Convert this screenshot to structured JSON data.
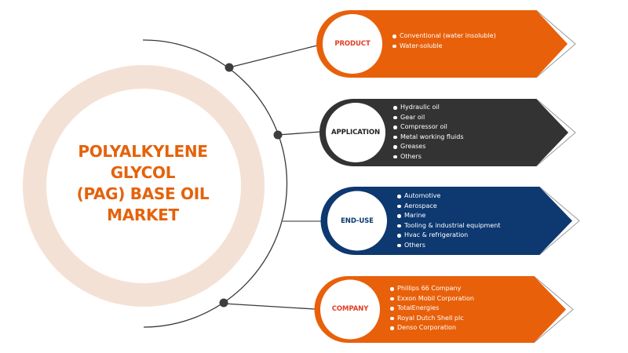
{
  "title": {
    "lines": [
      "POLYALKYLENE",
      "GLYCOL",
      "(PAG) BASE OIL",
      "MARKET"
    ]
  },
  "colors": {
    "orange": "#e8600a",
    "dark": "#333333",
    "navy": "#0d3870",
    "ring": "#f4e1d5",
    "title": "#e4620c",
    "label_red": "#e23d26",
    "connector": "#3a3a3a"
  },
  "segments": [
    {
      "label": "PRODUCT",
      "items": [
        "Conventional (water insoluble)",
        "Water-soluble"
      ]
    },
    {
      "label": "APPLICATION",
      "items": [
        "Hydraulic oil",
        "Gear oil",
        "Compressor oil",
        "Metal working fluids",
        "Greases",
        "Others"
      ]
    },
    {
      "label": "END-USE",
      "items": [
        "Automotive",
        "Aerospace",
        "Marine",
        "Tooling & industrial equipment",
        "Hvac & refrigeration",
        "Others"
      ]
    },
    {
      "label": "COMPANY",
      "items": [
        "Phillips 66 Company",
        "Exxon Mobil Corporation",
        "TotalEnergies",
        "Royal Dutch Shell plc",
        "Denso Corporation"
      ]
    }
  ]
}
